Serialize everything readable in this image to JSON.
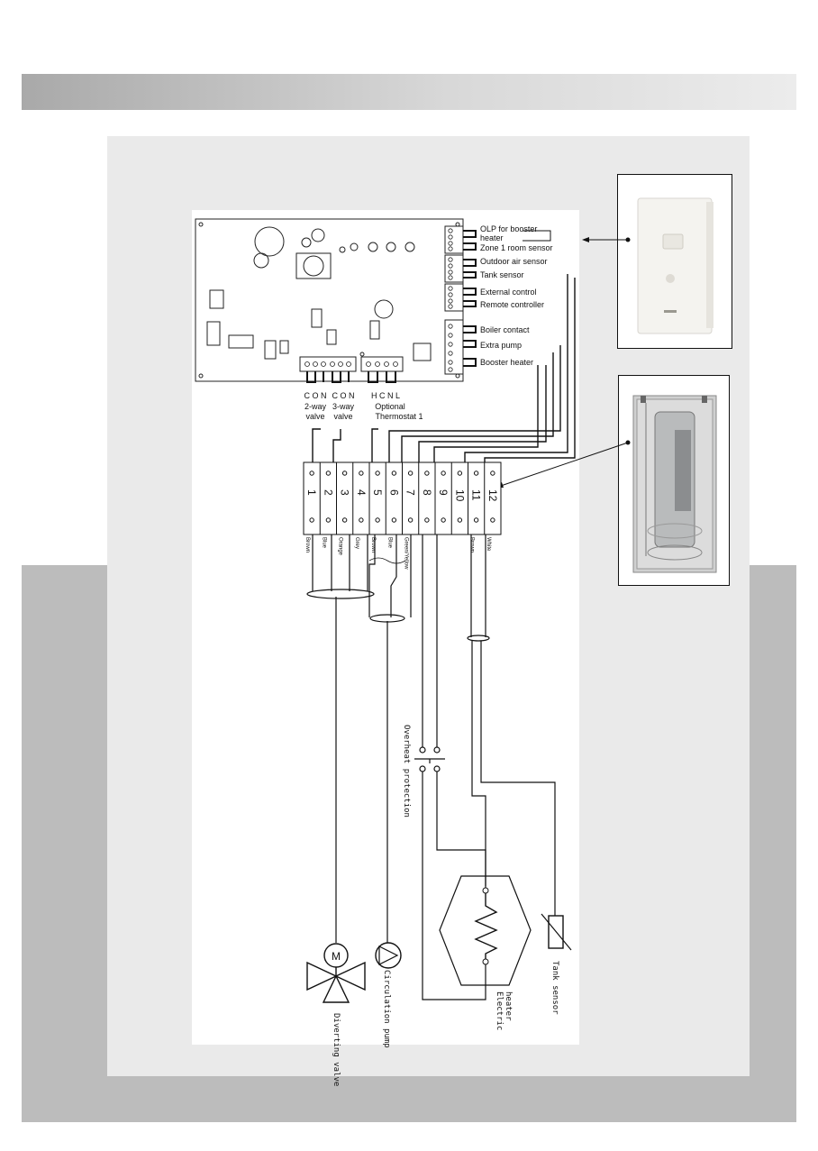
{
  "controller_outputs": {
    "olp_booster_line1": "OLP for booster",
    "olp_booster_line2": "heater",
    "zone1": "Zone 1 room sensor",
    "outdoor": "Outdoor air sensor",
    "tank": "Tank sensor",
    "external": "External control",
    "remote": "Remote controller",
    "boiler": "Boiler contact",
    "extra_pump": "Extra pump",
    "booster": "Booster heater"
  },
  "bottom_terminals": {
    "valve2_pins": "C O N",
    "valve2_line1": "2-way",
    "valve2_line2": "valve",
    "valve3_pins": "C O N",
    "valve3_line1": "3-way",
    "valve3_line2": "valve",
    "thermo_pins": "H C N L",
    "thermo_line1": "Optional",
    "thermo_line2": "Thermostat 1"
  },
  "terminal_block": {
    "numbers": [
      "1",
      "2",
      "3",
      "4",
      "5",
      "6",
      "7",
      "8",
      "9",
      "10",
      "11",
      "12"
    ],
    "wire_colors": [
      "Brown",
      "Blue",
      "Orange",
      "Grey",
      "Brown",
      "Blue",
      "Green/Yellow",
      "",
      "",
      "",
      "Brown",
      "White"
    ]
  },
  "components": {
    "overheat": "Overheat protection",
    "diverting_valve": "Diverting valve",
    "circulation_pump": "Circulation pump",
    "electric_heater_line1": "Electric",
    "electric_heater_line2": "heater",
    "tank_sensor": "Tank sensor",
    "motor_symbol": "M"
  },
  "colors": {
    "header_band": "#a9a9a9",
    "panel": "#eaeaea",
    "bottom_band": "#bcbcbc",
    "line": "#111111"
  }
}
